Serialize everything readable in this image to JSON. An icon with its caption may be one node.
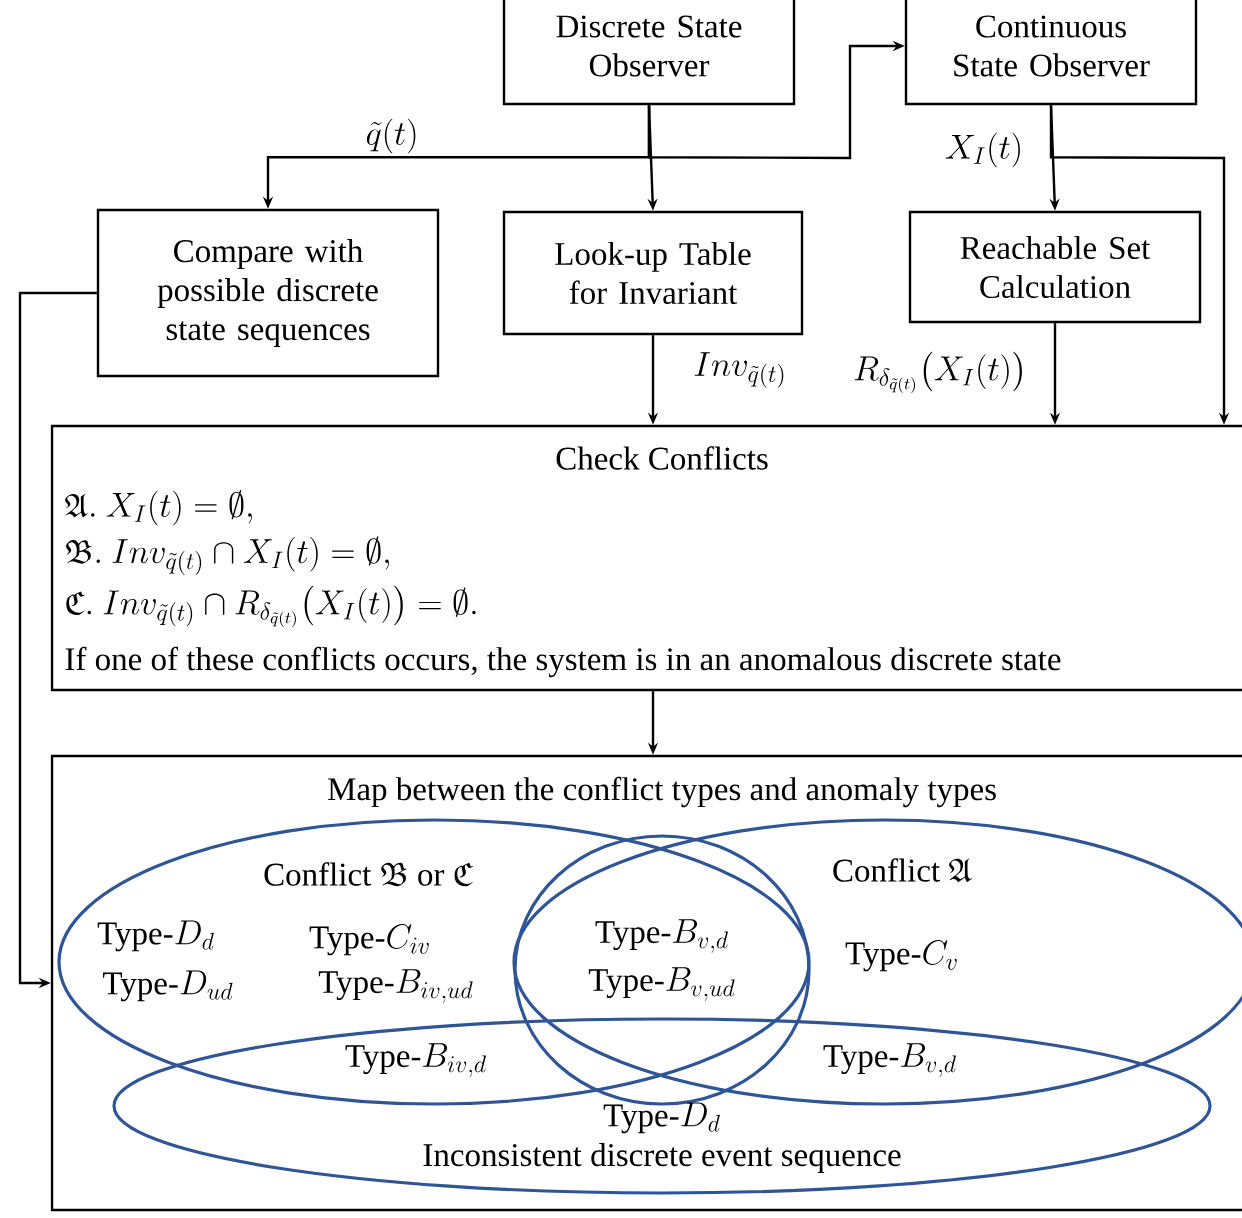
{
  "diagram": {
    "nodes": [
      {
        "text": [
          "Discrete State Observer"
        ]
      },
      {
        "text": [
          "Continuous State Observer"
        ]
      },
      {
        "text": [
          "Compare with possible discrete state sequences"
        ]
      },
      {
        "text": [
          "Look-up Table for Invariant"
        ]
      },
      {
        "text": [
          "Reachable Set Calculation"
        ]
      },
      {
        "text": [
          "Check Conflicts",
          "\\mathfrak{A}.\\ X_I(t)=\\emptyset,",
          "\\mathfrak{B}.\\ Inv_{\\tilde{q}(t)}\\cap X_I(t)=\\emptyset,",
          "\\mathfrak{C}.\\ Inv_{\\tilde{q}(t)}\\cap R_{\\delta_{\\tilde{q}(t)}}\\big(X_I(t)\\big)=\\emptyset.",
          "If one of these conflicts occurs, the system is in an anomalous discrete state"
        ]
      },
      {
        "text": [
          "Map between the conflict types and anomaly types"
        ]
      },
      {
        "text": [
          "\\text{Conflict }\\mathfrak{B}\\text{ or }\\mathfrak{C}"
        ],
        "in": 6
      },
      {
        "text": [
          "\\text{Conflict }\\mathfrak{A}"
        ],
        "in": 6
      },
      {
        "text": [
          "\\text{Type-}B_{v,d}",
          "\\text{Type-}B_{v,ud}"
        ]
      },
      {
        "text": [
          "\\text{Type-}D_d",
          "Inconsistent discrete event sequence"
        ],
        "in": 6
      }
    ],
    "edges": [
      {
        "from": 0,
        "to": 2,
        "arrow": "to",
        "label": "\\tilde{q}(t)"
      },
      {
        "from": 0,
        "to": 1,
        "arrow": "to"
      },
      {
        "from": 0,
        "to": 3,
        "arrow": "to"
      },
      {
        "from": 1,
        "to": 4,
        "arrow": "to"
      },
      {
        "from": 1,
        "to": 5,
        "arrow": "to",
        "label": "X_I(t)"
      },
      {
        "from": 3,
        "to": 5,
        "arrow": "to",
        "label": "Inv_{\\tilde{q}(t)}"
      },
      {
        "from": 4,
        "to": 5,
        "arrow": "to",
        "label": "R_{\\delta_{\\tilde{q}(t)}}\\big(X_I(t)\\big)"
      },
      {
        "from": 5,
        "to": 6,
        "arrow": "to"
      },
      {
        "from": 2,
        "to": 6,
        "arrow": "to"
      }
    ],
    "labels": [
      "\\text{Type-}D_d",
      "\\text{Type-}C_{iv}",
      "\\text{Type-}C_v",
      "\\text{Type-}D_{ud}",
      "\\text{Type-}B_{iv,ud}",
      "\\text{Type-}B_{iv,d}",
      "\\text{Type-}B_{v,d}"
    ]
  }
}
